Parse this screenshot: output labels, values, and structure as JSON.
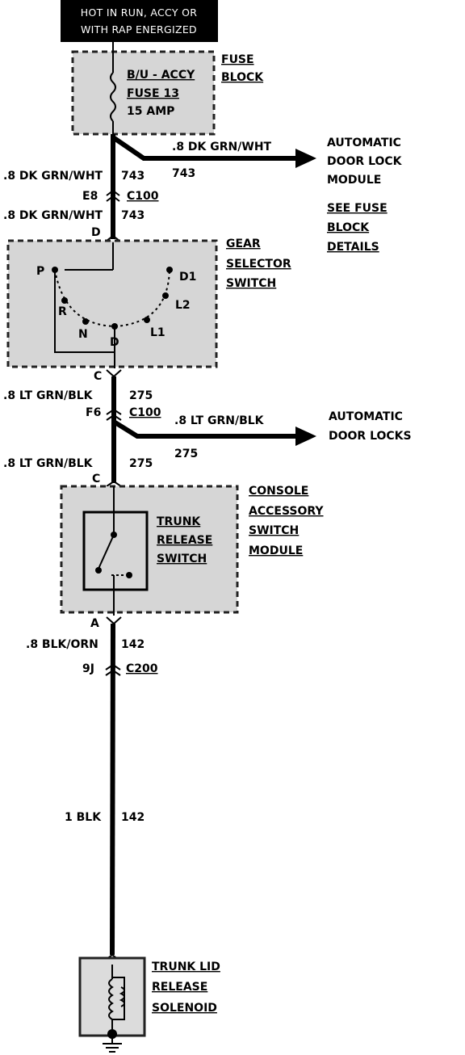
{
  "header": {
    "line1": "HOT IN RUN, ACCY OR",
    "line2": "WITH RAP ENERGIZED"
  },
  "fuse_block": {
    "fuse_name": "B/U - ACCY",
    "fuse_number": "FUSE 13",
    "fuse_rating": "15 AMP",
    "label_line1": "FUSE",
    "label_line2": "BLOCK"
  },
  "door_lock_branch": {
    "wire_label": ".8 DK GRN/WHT",
    "circuit": "743",
    "dest_line1": "AUTOMATIC",
    "dest_line2": "DOOR LOCK",
    "dest_line3": "MODULE",
    "note_line1": "SEE FUSE",
    "note_line2": "BLOCK",
    "note_line3": "DETAILS"
  },
  "wire_743_upper": {
    "wire_label": ".8 DK GRN/WHT",
    "circuit": "743"
  },
  "connector_e8": {
    "pin": "E8",
    "connector": "C100"
  },
  "wire_743_lower": {
    "wire_label": ".8 DK GRN/WHT",
    "circuit": "743"
  },
  "gear_selector": {
    "pin_in": "D",
    "label_line1": "GEAR",
    "label_line2": "SELECTOR",
    "label_line3": "SWITCH",
    "positions": [
      "P",
      "R",
      "N",
      "D",
      "L1",
      "L2",
      "D1"
    ],
    "pin_out": "C"
  },
  "wire_275_upper": {
    "wire_label": ".8 LT GRN/BLK",
    "circuit": "275"
  },
  "connector_f6": {
    "pin": "F6",
    "connector": "C100"
  },
  "door_locks_branch": {
    "wire_label": ".8 LT GRN/BLK",
    "circuit": "275",
    "dest_line1": "AUTOMATIC",
    "dest_line2": "DOOR LOCKS"
  },
  "wire_275_lower": {
    "wire_label": ".8 LT GRN/BLK",
    "circuit": "275"
  },
  "console_module": {
    "pin_in": "C",
    "label_line1": "CONSOLE",
    "label_line2": "ACCESSORY",
    "label_line3": "SWITCH",
    "label_line4": "MODULE",
    "switch_line1": "TRUNK",
    "switch_line2": "RELEASE",
    "switch_line3": "SWITCH",
    "pin_out": "A"
  },
  "wire_142_upper": {
    "wire_label": ".8 BLK/ORN",
    "circuit": "142"
  },
  "connector_9j": {
    "pin": "9J",
    "connector": "C200"
  },
  "wire_142_lower": {
    "wire_label": "1 BLK",
    "circuit": "142"
  },
  "solenoid": {
    "label_line1": "TRUNK LID",
    "label_line2": "RELEASE",
    "label_line3": "SOLENOID"
  }
}
